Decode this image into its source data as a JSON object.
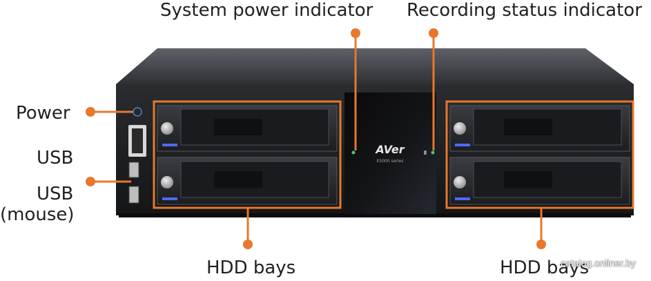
{
  "labels": {
    "system_power_indicator": "System power indicator",
    "recording_status_indicator": "Recording status indicator",
    "power": "Power",
    "usb": "USB",
    "usb_mouse_line1": "USB",
    "usb_mouse_line2": "(mouse)",
    "hdd_bays_left": "HDD bays",
    "hdd_bays_right": "HDD bays"
  },
  "device": {
    "brand": "AVer",
    "series": "E5000 series"
  },
  "watermark": "catalog.onliner.by",
  "colors": {
    "callout": "#e8782b",
    "chassis": "#2b2d31",
    "front_panel": "#17181a",
    "bay_frame": "#e8782b",
    "led_green": "#3bd16f",
    "led_blue": "#4b6cff"
  }
}
